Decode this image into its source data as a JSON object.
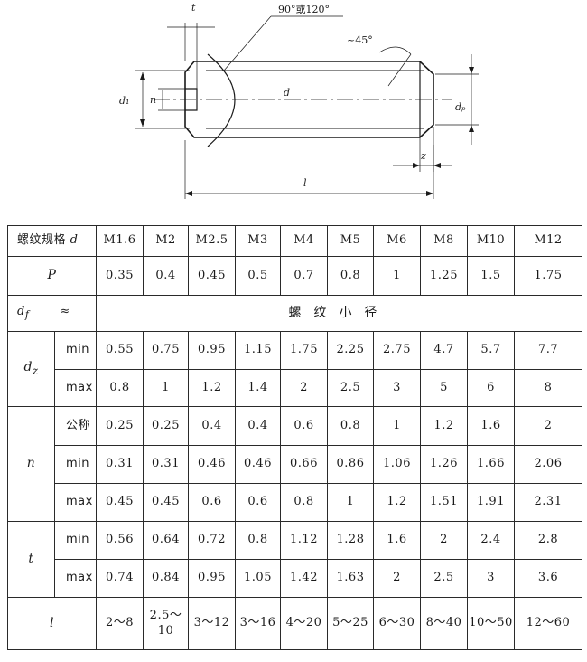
{
  "drawing": {
    "labels": {
      "t": "t",
      "angle_note": "90°或120°",
      "chamfer": "~45°",
      "d1": "d₁",
      "n": "n",
      "d": "d",
      "dp": "dₚ",
      "z": "z",
      "l": "l"
    }
  },
  "table": {
    "header": {
      "label": "螺纹规格",
      "symbol": "d",
      "sizes": [
        "M1.6",
        "M2",
        "M2.5",
        "M3",
        "M4",
        "M5",
        "M6",
        "M8",
        "M10",
        "M12"
      ]
    },
    "P": {
      "label": "P",
      "values": [
        "0.35",
        "0.4",
        "0.45",
        "0.5",
        "0.7",
        "0.8",
        "1",
        "1.25",
        "1.5",
        "1.75"
      ]
    },
    "df": {
      "label": "d",
      "sub": "f",
      "approx": "≈",
      "text": "螺纹小径"
    },
    "dz": {
      "label": "d",
      "sub": "z",
      "min_label": "min",
      "min": [
        "0.55",
        "0.75",
        "0.95",
        "1.15",
        "1.75",
        "2.25",
        "2.75",
        "4.7",
        "5.7",
        "7.7"
      ],
      "max_label": "max",
      "max": [
        "0.8",
        "1",
        "1.2",
        "1.4",
        "2",
        "2.5",
        "3",
        "5",
        "6",
        "8"
      ]
    },
    "n": {
      "label": "n",
      "nom_label": "公称",
      "nom": [
        "0.25",
        "0.25",
        "0.4",
        "0.4",
        "0.6",
        "0.8",
        "1",
        "1.2",
        "1.6",
        "2"
      ],
      "min_label": "min",
      "min": [
        "0.31",
        "0.31",
        "0.46",
        "0.46",
        "0.66",
        "0.86",
        "1.06",
        "1.26",
        "1.66",
        "2.06"
      ],
      "max_label": "max",
      "max": [
        "0.45",
        "0.45",
        "0.6",
        "0.6",
        "0.8",
        "1",
        "1.2",
        "1.51",
        "1.91",
        "2.31"
      ]
    },
    "t": {
      "label": "t",
      "min_label": "min",
      "min": [
        "0.56",
        "0.64",
        "0.72",
        "0.8",
        "1.12",
        "1.28",
        "1.6",
        "2",
        "2.4",
        "2.8"
      ],
      "max_label": "max",
      "max": [
        "0.74",
        "0.84",
        "0.95",
        "1.05",
        "1.42",
        "1.63",
        "2",
        "2.5",
        "3",
        "3.6"
      ]
    },
    "l": {
      "label": "l",
      "values": [
        "2～8",
        "2.5～10",
        "3～12",
        "3～16",
        "4～20",
        "5～25",
        "6～30",
        "8～40",
        "10～50",
        "12～60"
      ]
    }
  }
}
